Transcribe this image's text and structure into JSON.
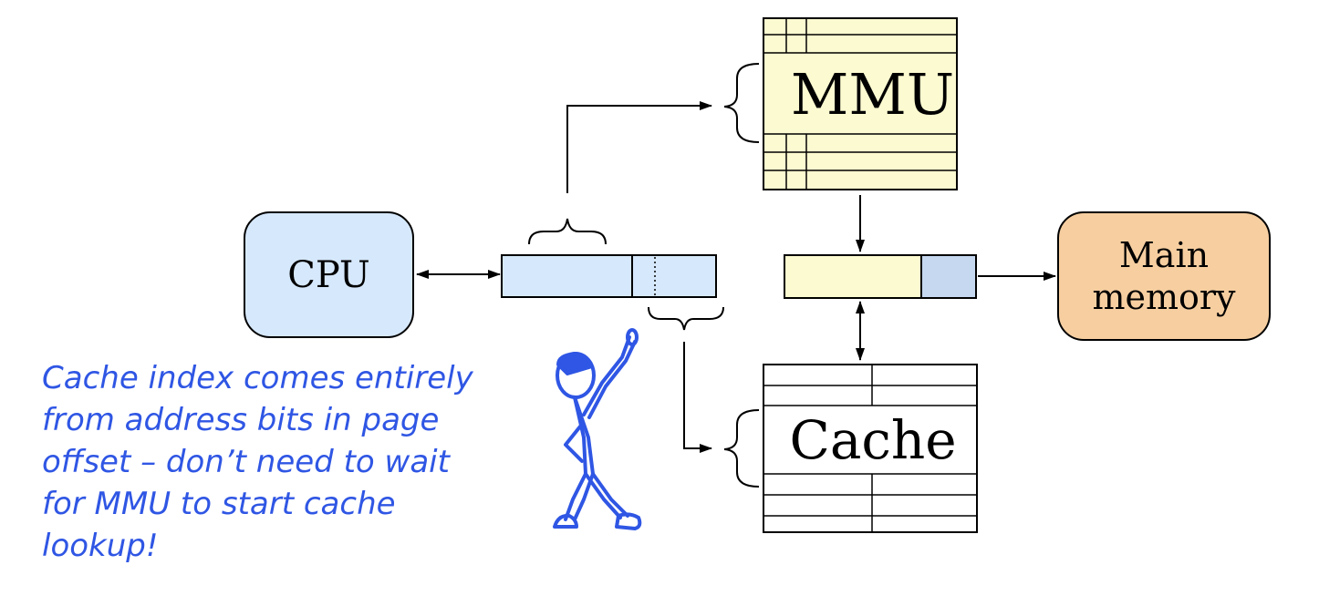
{
  "labels": {
    "cpu": "CPU",
    "mmu": "MMU",
    "cache": "Cache",
    "main_memory": [
      "Main",
      "memory"
    ]
  },
  "note": {
    "lines": [
      "Cache index comes entirely",
      "from address bits in page",
      "offset – don’t need to wait",
      "for MMU to start cache",
      "lookup!"
    ]
  },
  "colors": {
    "cpu_fill": "#d6e8fb",
    "mmu_fill": "#fcfad0",
    "main_memory_fill": "#f6cea0",
    "physical_offset_fill": "#c6d8f0",
    "note_text": "#2f56e4",
    "stick_figure": "#2f56e4"
  }
}
